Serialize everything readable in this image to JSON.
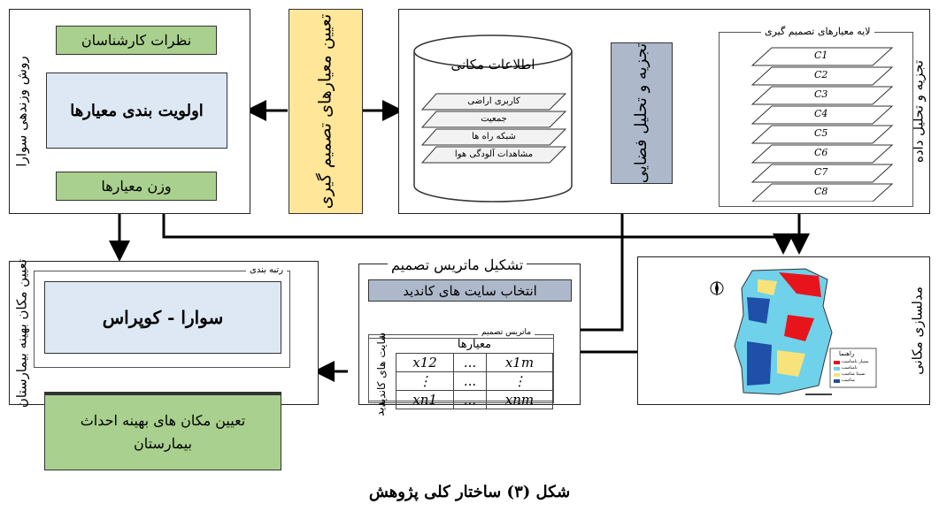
{
  "left_top": {
    "side_label": "روش وزندهی سوارا",
    "expert_opinions": "نظرات کارشناسان",
    "criteria_prioritization": "اولویت بندی معیارها",
    "criteria_weights": "وزن معیارها"
  },
  "center_top": {
    "decision_criteria": "تعیین معیارهای تصمیم گیری"
  },
  "right_top": {
    "side_label": "تجزیه و تحلیل داده",
    "spatial_info": "اطلاعات مکانی",
    "layers": [
      "کاربری اراضی",
      "جمعیت",
      "شبکه راه ها",
      "مشاهدات آلودگی هوا"
    ],
    "spatial_analysis": "تجزیه و تحلیل فضایی",
    "criteria_layer_title": "لایه معیارهای تصمیم گیری",
    "criteria_layers": [
      "C1",
      "C2",
      "C3",
      "C4",
      "C5",
      "C6",
      "C7",
      "C8"
    ]
  },
  "bottom_left": {
    "side_label": "تعیین مکان بهینه بیمارستان",
    "ranking_title": "رتبه بندی",
    "method": "سوارا - کوپراس",
    "optimal_sites": "تعیین مکان های بهینه احداث بیمارستان"
  },
  "bottom_center": {
    "title": "تشکیل ماتریس تصمیم",
    "select_sites": "انتخاب سایت های کاندید",
    "matrix_title": "ماتریس تصمیم",
    "criteria_header": "معیارها",
    "candidate_sites": "سایت های کاندید",
    "cells": [
      [
        "x12",
        "...",
        "x1m"
      ],
      [
        "⋮",
        "...",
        "⋮"
      ],
      [
        "xn1",
        "...",
        "xnm"
      ]
    ]
  },
  "bottom_right": {
    "side_label": "مدلسازی مکانی",
    "map_legend_title": "راهنما",
    "map_legend_items": [
      "بسیار نامناسب",
      "نامناسب",
      "نسبتا مناسب",
      "مناسب"
    ],
    "map_legend_colors": [
      "#e8141b",
      "#6fd1ea",
      "#f7e37a",
      "#1f4fa8"
    ]
  },
  "caption": "شکل (۳) ساختار کلی پژوهش"
}
